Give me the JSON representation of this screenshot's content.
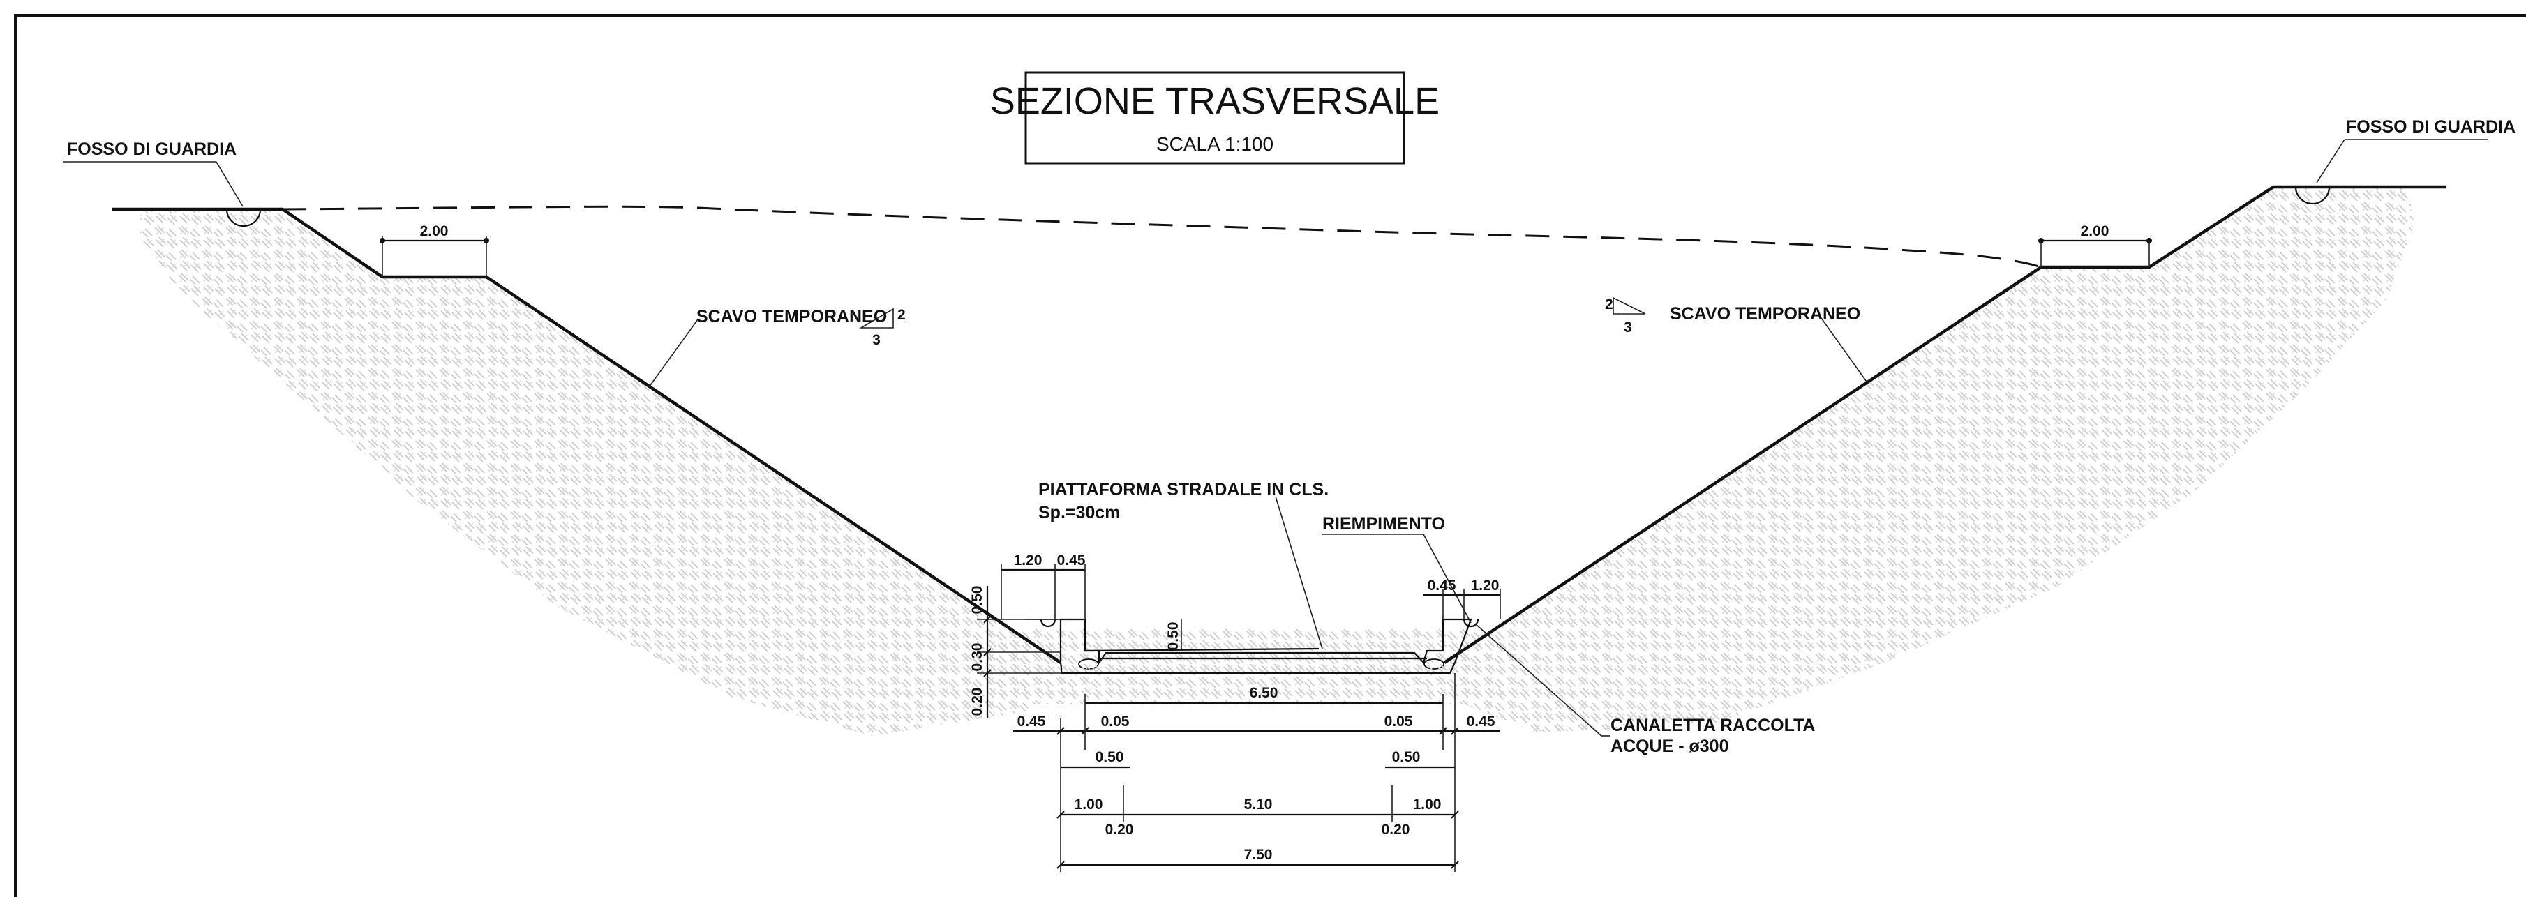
{
  "title": {
    "main": "SEZIONE TRASVERSALE",
    "scale": "SCALA   1:100"
  },
  "labels": {
    "fosso_left": "FOSSO DI GUARDIA",
    "fosso_right": "FOSSO DI GUARDIA",
    "scavo_left": "SCAVO TEMPORANEO",
    "scavo_right": "SCAVO TEMPORANEO",
    "slope_rise": "2",
    "slope_run": "3",
    "piattaforma_line1": "PIATTAFORMA STRADALE IN CLS.",
    "piattaforma_line2": "Sp.=30cm",
    "riempimento": "RIEMPIMENTO",
    "canaletta_line1": "CANALETTA RACCOLTA",
    "canaletta_line2": "ACQUE - ø300"
  },
  "dimensions": {
    "berm_left": "2.00",
    "berm_right": "2.00",
    "left_top": [
      "1.20",
      "0.45"
    ],
    "right_top": [
      "0.45",
      "1.20"
    ],
    "curb_height": "0.50",
    "vertical": [
      "0.50",
      "0.30",
      "0.20"
    ],
    "platform": "6.50",
    "row_a": [
      "0.45",
      "0.05",
      "0.05",
      "0.45"
    ],
    "row_b": [
      "0.50",
      "0.50"
    ],
    "row_c": [
      "1.00",
      "5.10",
      "1.00"
    ],
    "row_c_small": [
      "0.20",
      "0.20"
    ],
    "total": "7.50"
  }
}
